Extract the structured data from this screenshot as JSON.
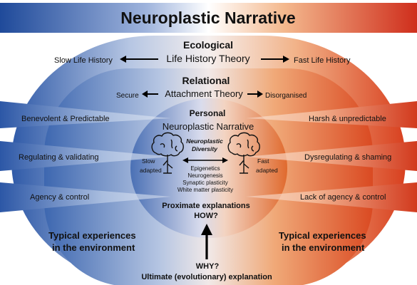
{
  "title": "Neuroplastic Narrative",
  "ecological": {
    "heading": "Ecological",
    "theory": "Life History Theory",
    "left": "Slow Life History",
    "right": "Fast Life History"
  },
  "relational": {
    "heading": "Relational",
    "theory": "Attachment Theory",
    "left": "Secure",
    "right": "Disorganised"
  },
  "personal": {
    "heading": "Personal",
    "theory": "Neuroplastic Narrative",
    "diversity_line1": "Neuroplastic",
    "diversity_line2": "Diversity",
    "slow_line1": "Slow",
    "slow_line2": "adapted",
    "fast_line1": "Fast",
    "fast_line2": "adapted",
    "mechanisms": [
      "Epigenetics",
      "Neurogenesis",
      "Synaptic plasticity",
      "White matter plasticity"
    ],
    "proximate_line1": "Proximate explanations",
    "proximate_line2": "HOW?"
  },
  "left_experiences": [
    "Benevolent & Predictable",
    "Regulating & validating",
    "Agency & control"
  ],
  "right_experiences": [
    "Harsh & unpredictable",
    "Dysregulating & shaming",
    "Lack of agency & control"
  ],
  "typical_left_line1": "Typical experiences",
  "typical_left_line2": "in the environment",
  "typical_right_line1": "Typical experiences",
  "typical_right_line2": "in the environment",
  "why": "WHY?",
  "ultimate": "Ultimate (evolutionary) explanation",
  "colors": {
    "blue": "#2f5aa8",
    "white": "#f5efee",
    "orange": "#e8772a",
    "red": "#cc2a1f"
  }
}
